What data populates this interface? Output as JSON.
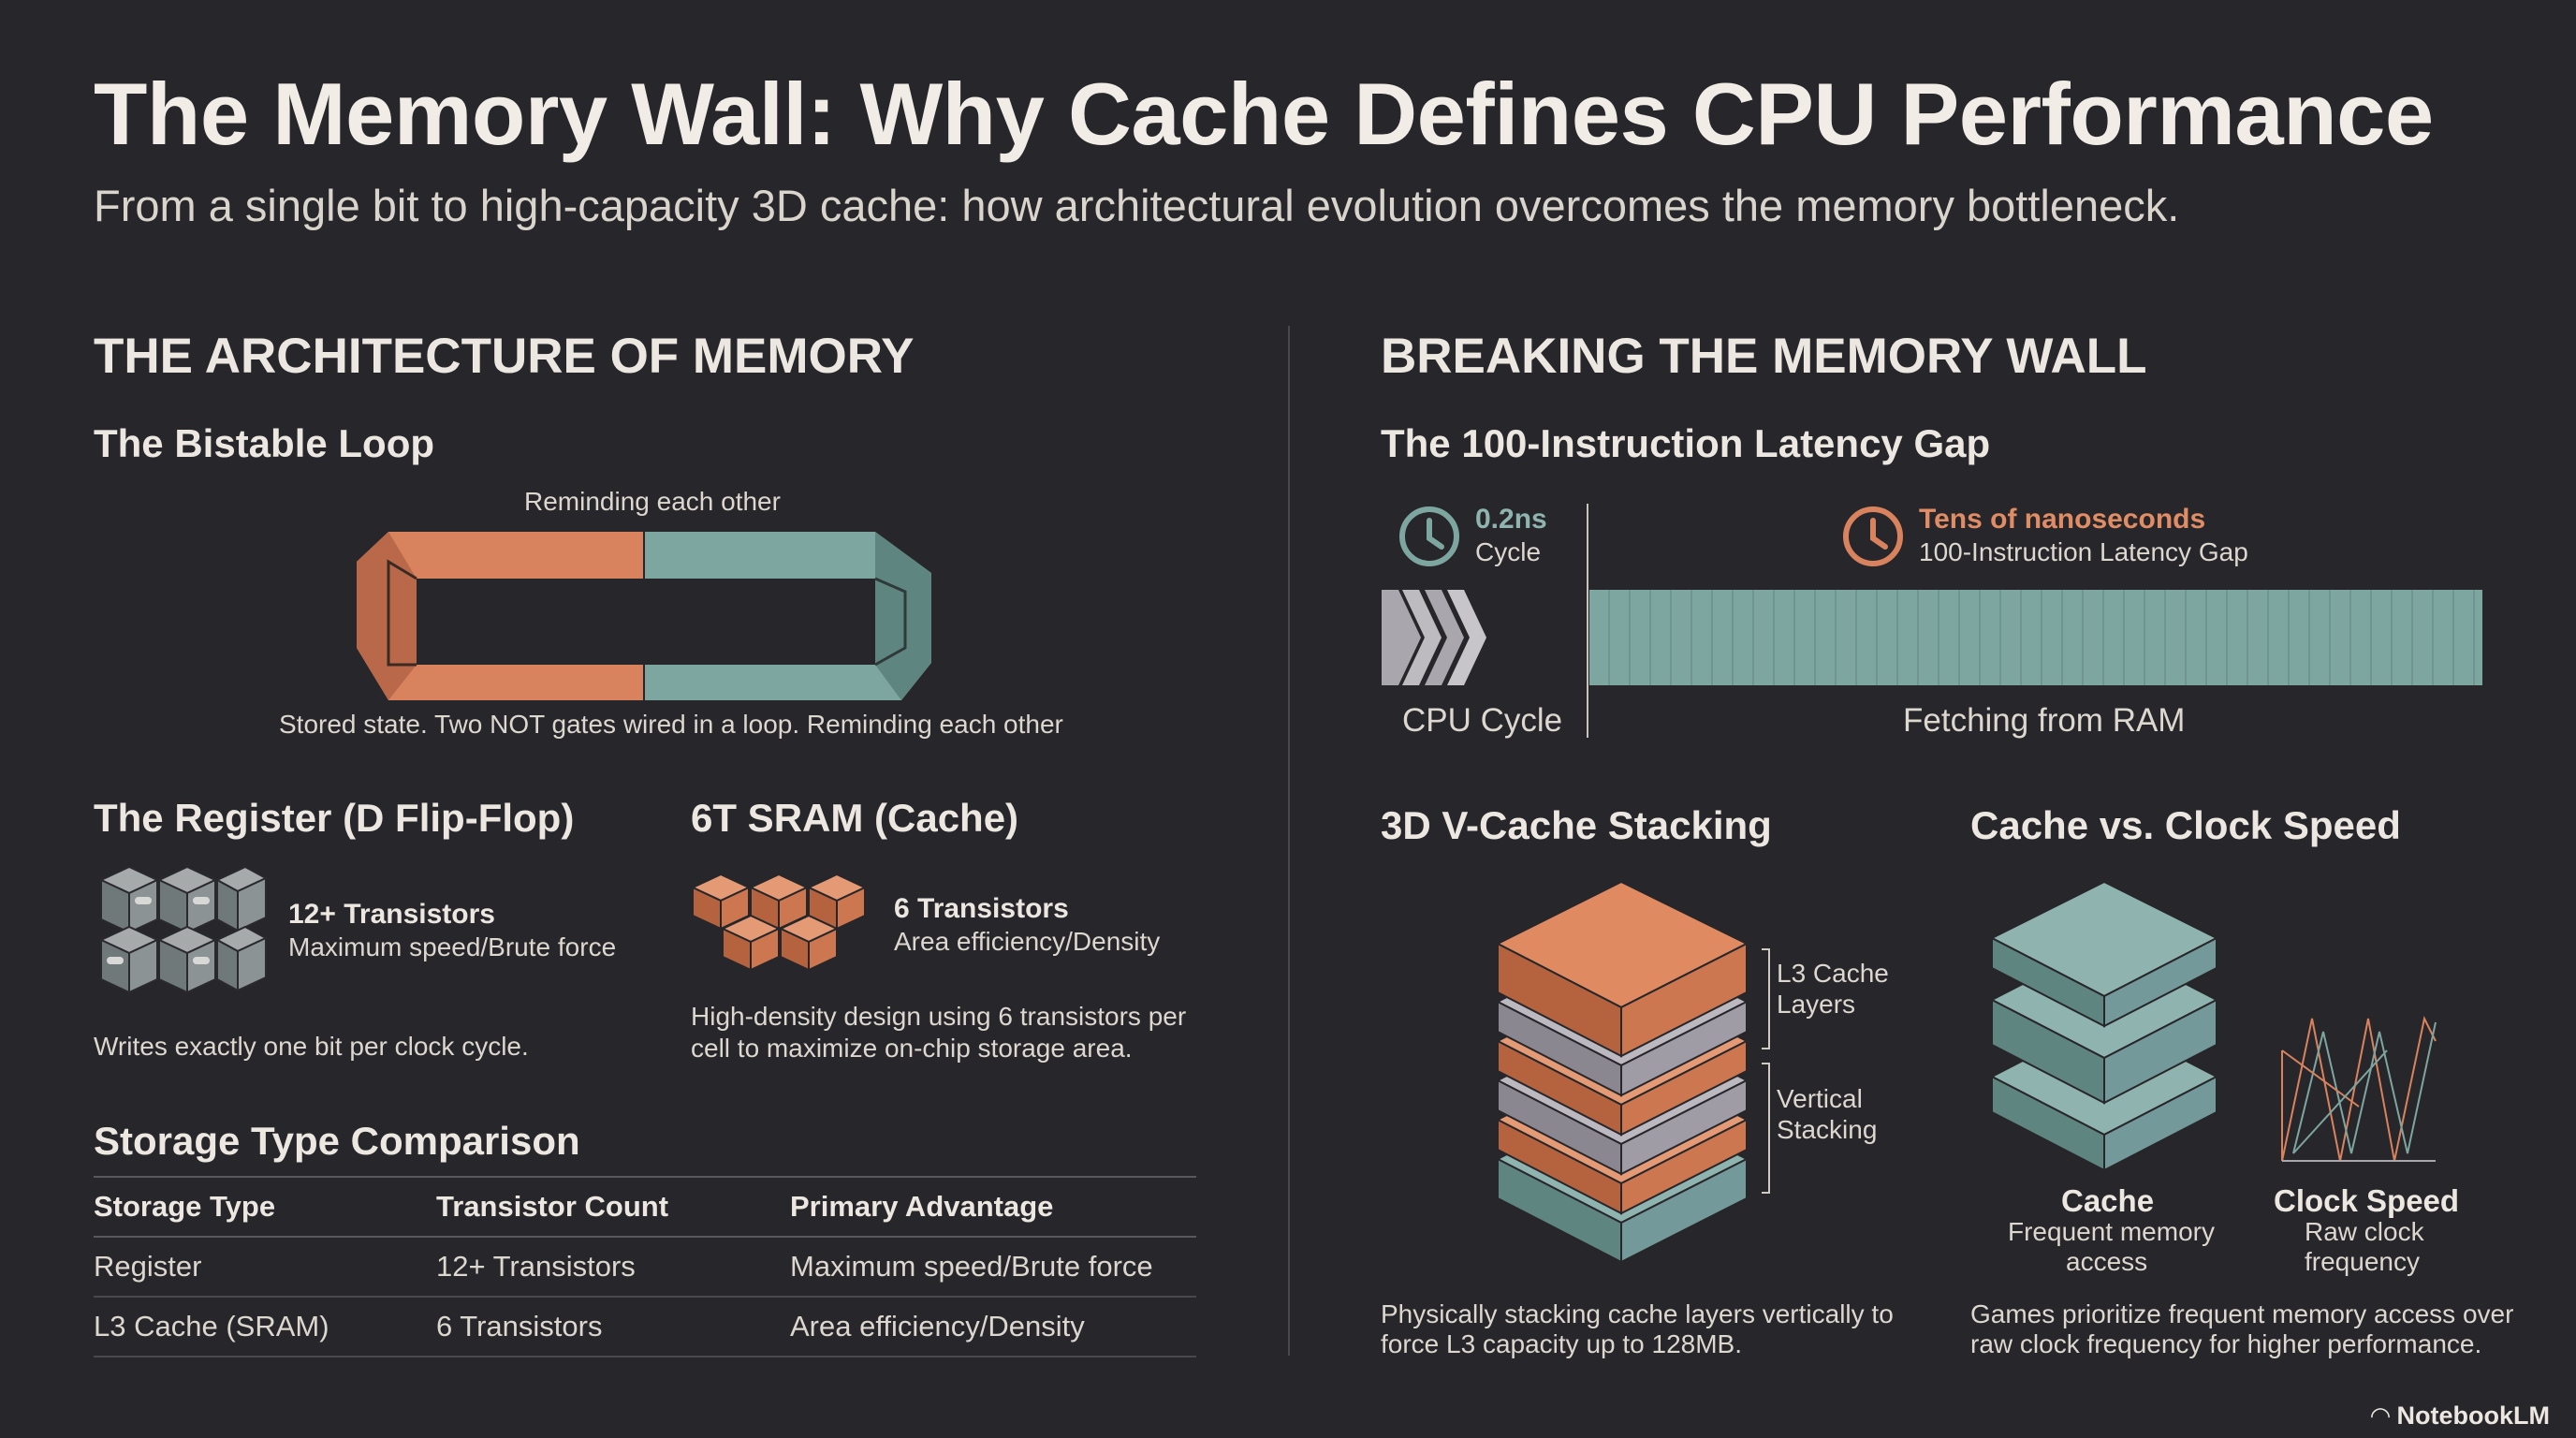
{
  "title": "The Memory Wall: Why Cache Defines CPU Performance",
  "subtitle": "From a single bit to high-capacity 3D cache: how architectural evolution overcomes the memory bottleneck.",
  "left": {
    "heading": "THE ARCHITECTURE OF MEMORY",
    "bistable": {
      "title": "The Bistable Loop",
      "top_label": "Reminding each other",
      "caption": "Stored state. Two NOT gates wired in a loop. Reminding each other"
    },
    "register": {
      "title": "The Register (D Flip-Flop)",
      "count": "12+ Transistors",
      "advantage": "Maximum speed/Brute force",
      "description": "Writes exactly one bit per clock cycle."
    },
    "sram": {
      "title": "6T SRAM (Cache)",
      "count": "6 Transistors",
      "advantage": "Area efficiency/Density",
      "description_line1": "High-density design using 6 transistors per",
      "description_line2": "cell to maximize on-chip storage area."
    },
    "comparison": {
      "title": "Storage Type Comparison",
      "headers": [
        "Storage Type",
        "Transistor Count",
        "Primary Advantage"
      ],
      "rows": [
        [
          "Register",
          "12+ Transistors",
          "Maximum speed/Brute force"
        ],
        [
          "L3 Cache (SRAM)",
          "6 Transistors",
          "Area efficiency/Density"
        ]
      ]
    }
  },
  "right": {
    "heading": "BREAKING THE MEMORY WALL",
    "latency": {
      "title": "The 100-Instruction Latency Gap",
      "cpu_time": "0.2ns",
      "cpu_time_label": "Cycle",
      "ram_time": "Tens of nanoseconds",
      "ram_time_label": "100-Instruction Latency Gap",
      "cpu_caption": "CPU Cycle",
      "ram_caption": "Fetching from RAM"
    },
    "vcache": {
      "title": "3D V-Cache Stacking",
      "label1_line1": "L3 Cache",
      "label1_line2": "Layers",
      "label2_line1": "Vertical",
      "label2_line2": "Stacking",
      "caption_line1": "Physically stacking cache layers vertically to",
      "caption_line2": "force L3 capacity up to 128MB."
    },
    "clock": {
      "title": "Cache vs. Clock Speed",
      "cache_label": "Cache",
      "cache_desc_line1": "Frequent memory",
      "cache_desc_line2": "access",
      "clock_label": "Clock Speed",
      "clock_desc_line1": "Raw clock",
      "clock_desc_line2": "frequency",
      "caption_line1": "Games prioritize frequent memory access over",
      "caption_line2": "raw clock frequency for higher performance."
    }
  },
  "watermark": "NotebookLM",
  "colors": {
    "background": "#27262a",
    "orange": "#d9835e",
    "teal": "#7ea6a1",
    "gray": "#a9a6ad",
    "text": "#ece8e1"
  }
}
